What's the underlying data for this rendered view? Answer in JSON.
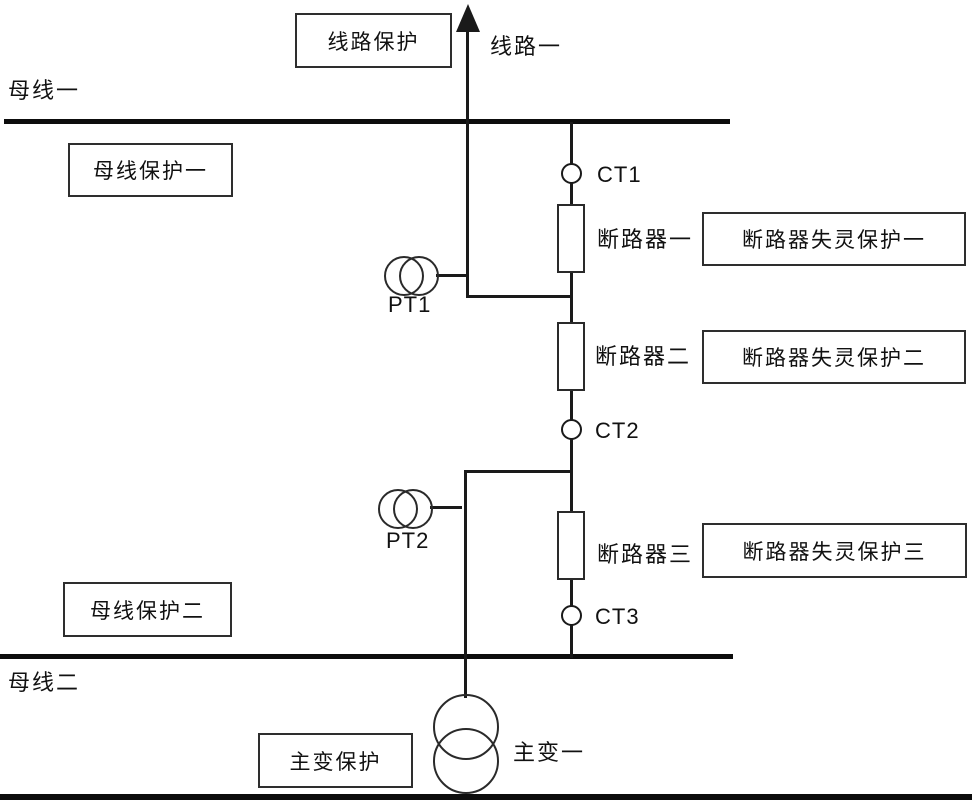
{
  "diagram": {
    "kind": "power-system single-line protection diagram",
    "colors": {
      "background": "#ffffff",
      "line": "#1a1a1a",
      "bus": "#0d0d0d",
      "box_border": "#2e2e2e",
      "text": "#111111"
    },
    "labels": {
      "line_protection": "线路保护",
      "line1": "线路一",
      "bus1": "母线一",
      "bus_protection1": "母线保护一",
      "ct1": "CT1",
      "breaker1": "断路器一",
      "breaker_failure_protection1": "断路器失灵保护一",
      "pt1": "PT1",
      "breaker2": "断路器二",
      "breaker_failure_protection2": "断路器失灵保护二",
      "ct2": "CT2",
      "pt2": "PT2",
      "breaker3": "断路器三",
      "breaker_failure_protection3": "断路器失灵保护三",
      "ct3": "CT3",
      "bus_protection2": "母线保护二",
      "bus2": "母线二",
      "main_transformer_protection": "主变保护",
      "main_transformer1": "主变一"
    }
  }
}
